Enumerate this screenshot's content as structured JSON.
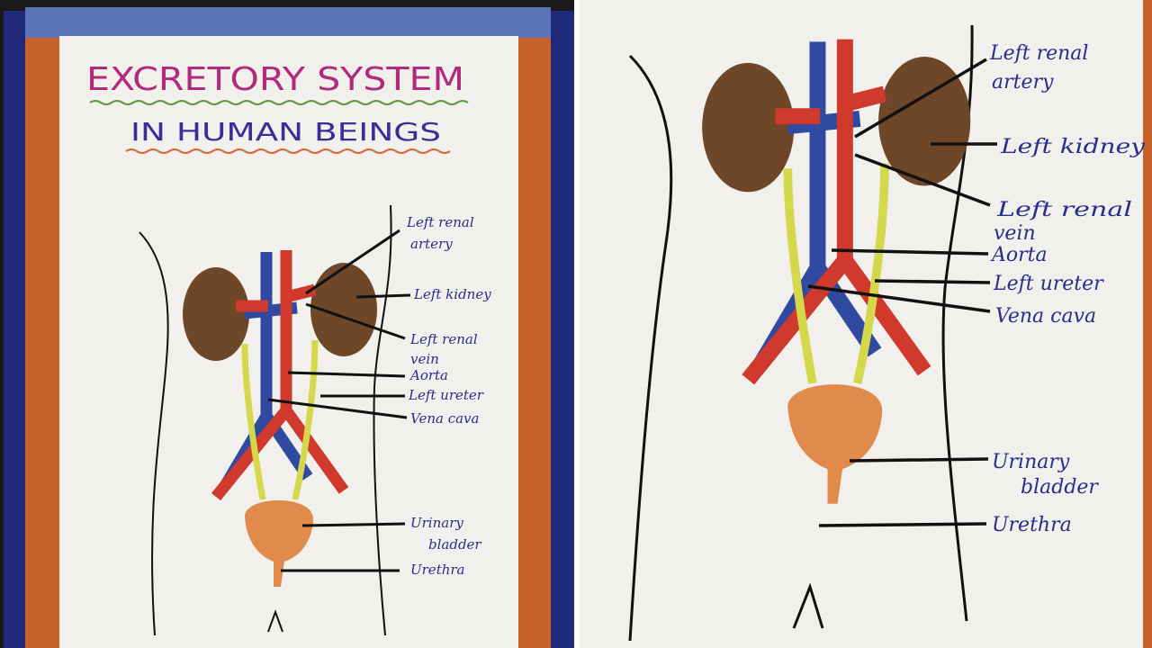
{
  "poster": {
    "title_line1": "EXCRETORY SYSTEM",
    "title_line2": "IN HUMAN BEINGS"
  },
  "labels": {
    "left_renal_artery_1": "Left renal",
    "left_renal_artery_2": "artery",
    "left_kidney": "Left kidney",
    "left_renal_vein_1": "Left renal",
    "left_renal_vein_2": "vein",
    "aorta": "Aorta",
    "left_ureter": "Left ureter",
    "vena_cava": "Vena cava",
    "urinary_bladder_1": "Urinary",
    "urinary_bladder_2": "bladder",
    "urethra": "Urethra"
  },
  "colors": {
    "background": "#141414",
    "frame": "#1f2a7a",
    "glitter_border": "#c8602c",
    "paper": "#f1f0ec",
    "kidney": "#6e4628",
    "artery": "#cf3a2c",
    "vein": "#2f4aa0",
    "ureter": "#d6d84c",
    "bladder": "#e08a4c",
    "ink": "#2b2d8a",
    "pointer": "#111111"
  }
}
